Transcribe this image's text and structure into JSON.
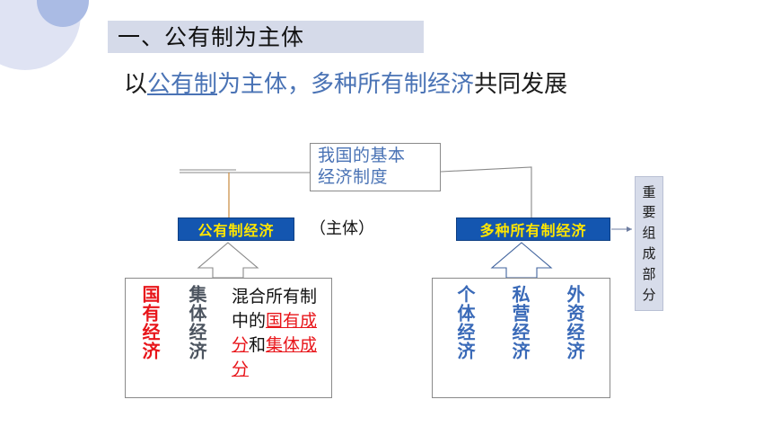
{
  "slide": {
    "title": "一、公有制为主体",
    "subtitle": {
      "part_plain_1": "以",
      "part_blue_underline": "公有制",
      "part_blue_1": "为主体，",
      "part_blue_2": "多种所有制经济",
      "part_plain_2": "共同发展"
    }
  },
  "diagram": {
    "root": {
      "line1": "我国的基本",
      "line2": "经济制度"
    },
    "public_box_label": "公有制经济",
    "subject_note": "（主体）",
    "multi_box_label": "多种所有制经济",
    "side_note": {
      "chars": [
        "重",
        "要",
        "组",
        "成",
        "部",
        "分"
      ],
      "text": "重要组成部分"
    },
    "public_children": {
      "col1": "国有经济",
      "col2": "集体经济",
      "col3": {
        "seg1_plain": "混合所有制中的",
        "seg2_red_underline": "国有成分",
        "seg3_plain": "和",
        "seg4_red_underline": "集体成分",
        "full": "混合所有制中的国有成分和集体成分"
      }
    },
    "multi_children": {
      "col1": "个体经济",
      "col2": "私营经济",
      "col3": "外资经济"
    }
  },
  "colors": {
    "title_bar_bg": "#d5dae9",
    "blue_box_bg": "#1456b0",
    "blue_box_text": "#ffe600",
    "accent_blue_text": "#4a73b5",
    "red_text": "#e8151a",
    "gray_text": "#4d5560",
    "side_box_bg": "#d7dcea",
    "deco_circle_large": "#dfe3f3",
    "deco_circle_small": "#aabbe4",
    "connector_gray": "#8a8a8a",
    "connector_orange": "#c98a3c"
  }
}
